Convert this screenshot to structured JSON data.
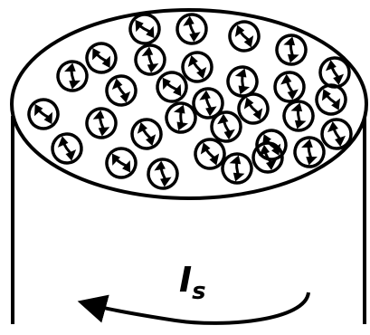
{
  "figure": {
    "current_label": "I",
    "current_subscript": "s"
  },
  "colors": {
    "stroke": "#000000",
    "background": "#ffffff"
  },
  "vortex_count": 31
}
